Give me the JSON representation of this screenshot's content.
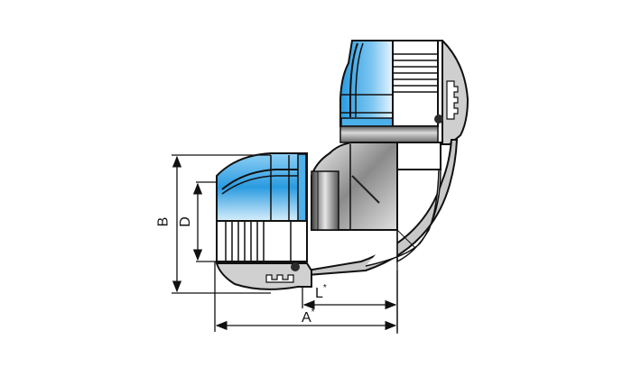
{
  "diagram": {
    "subject": "90° compression elbow fitting (cross-section)",
    "colors": {
      "background": "#ffffff",
      "cap_blue": "#2a9be0",
      "cap_blue_light": "#bfe3f8",
      "body_grey": "#9a9a9a",
      "body_grey_light": "#e4e4e4",
      "outline": "#111111"
    },
    "dimensions": {
      "B": {
        "label": "B",
        "orientation": "vertical"
      },
      "D": {
        "label": "D",
        "orientation": "vertical"
      },
      "L": {
        "label": "L",
        "mark": "*",
        "orientation": "horizontal"
      },
      "A": {
        "label": "A",
        "mark": "*",
        "orientation": "horizontal"
      }
    }
  }
}
